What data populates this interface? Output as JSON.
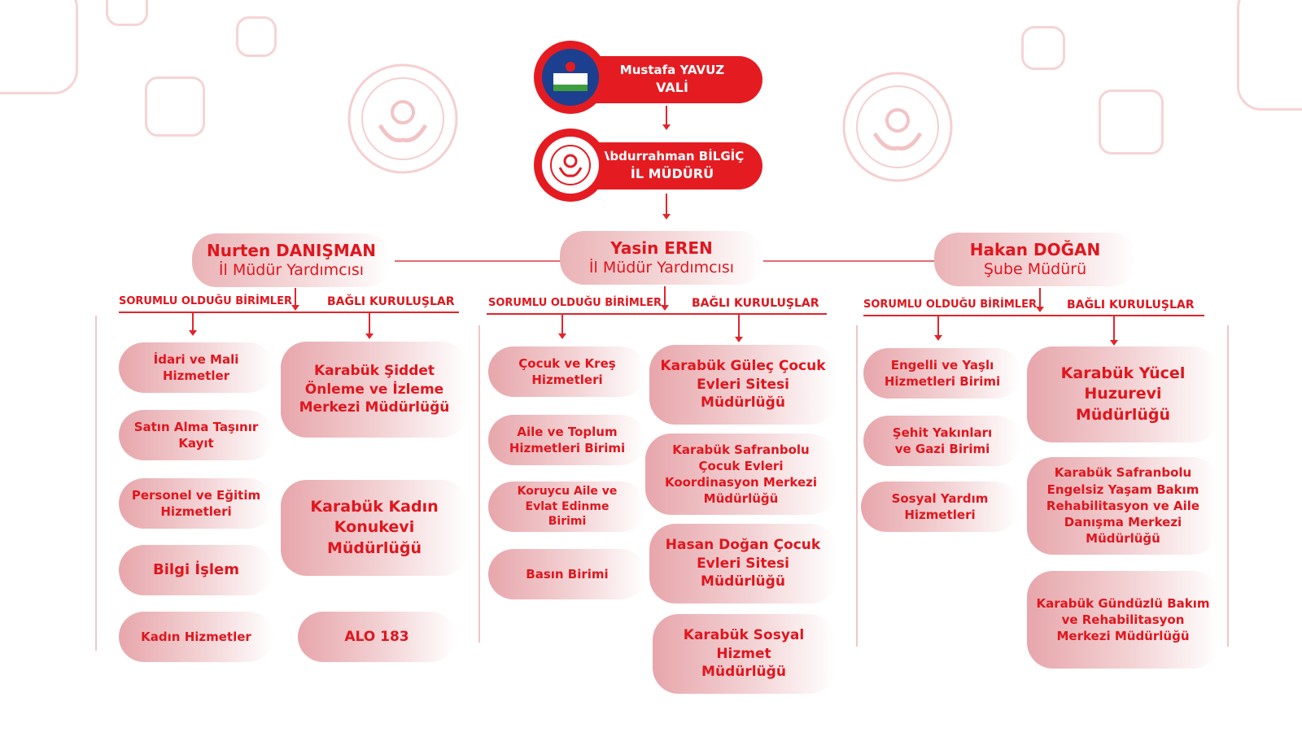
{
  "top": {
    "vali": {
      "name": "Mustafa YAVUZ",
      "title": "VALİ"
    },
    "il_muduru": {
      "name": "Abdurrahman BİLGİÇ",
      "title": "İL MÜDÜRÜ"
    }
  },
  "managers": [
    {
      "name": "Nurten DANIŞMAN",
      "title": "İl Müdür Yardımcısı"
    },
    {
      "name": "Yasin EREN",
      "title": "İl Müdür Yardımcısı"
    },
    {
      "name": "Hakan DOĞAN",
      "title": "Şube Müdürü"
    }
  ],
  "section_labels": {
    "units": "SORUMLU OLDUĞU BİRİMLER",
    "institutions": "BAĞLI  KURULUŞLAR"
  },
  "col1": {
    "units": [
      "İdari ve Mali Hizmetler",
      "Satın Alma Taşınır Kayıt",
      "Personel ve Eğitim Hizmetleri",
      "Bilgi İşlem",
      "Kadın Hizmetler"
    ],
    "institutions": [
      "Karabük Şiddet Önleme ve İzleme Merkezi Müdürlüğü",
      "Karabük Kadın Konukevi  Müdürlüğü",
      "ALO 183"
    ]
  },
  "col2": {
    "units": [
      "Çocuk ve Kreş Hizmetleri",
      "Aile ve  Toplum Hizmetleri Birimi",
      "Koruycu Aile ve  Evlat Edinme Birimi",
      "Basın Birimi"
    ],
    "institutions": [
      "Karabük  Güleç Çocuk Evleri Sitesi Müdürlüğü",
      "Karabük Safranbolu Çocuk Evleri Koordinasyon Merkezi Müdürlüğü",
      "Hasan Doğan Çocuk Evleri Sitesi Müdürlüğü",
      "Karabük  Sosyal Hizmet Müdürlüğü"
    ]
  },
  "col3": {
    "units": [
      "Engelli ve Yaşlı Hizmetleri Birimi",
      "Şehit Yakınları ve Gazi Birimi",
      "Sosyal Yardım Hizmetleri"
    ],
    "institutions": [
      "Karabük  Yücel Huzurevi Müdürlüğü",
      "Karabük Safranbolu Engelsiz Yaşam Bakım Rehabilitasyon ve Aile Danışma Merkezi Müdürlüğü",
      "Karabük Gündüzlü Bakım ve Rehabilitasyon Merkezi Müdürlüğü"
    ]
  },
  "colors": {
    "accent": "#e41c22",
    "pill_start": "#e7a6ab",
    "deco": "#f6d4d4"
  },
  "icons": {
    "vali_logo": "karabuk-valiligi-logo-icon",
    "ministry_logo": "ministry-seal-icon"
  }
}
